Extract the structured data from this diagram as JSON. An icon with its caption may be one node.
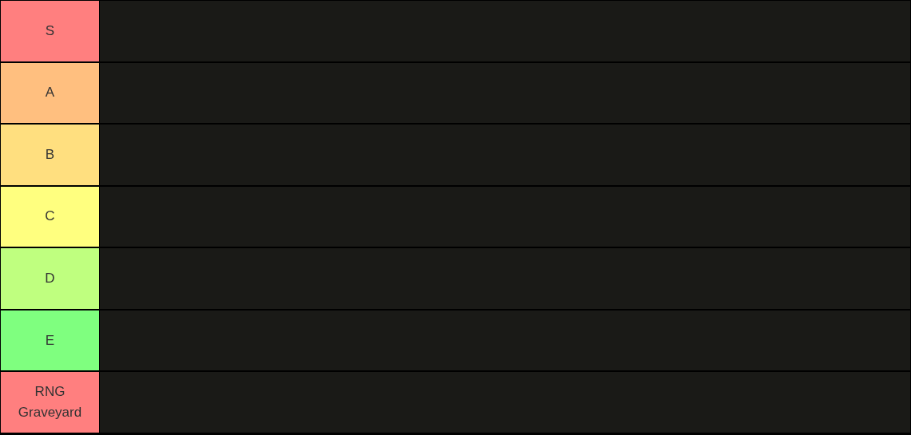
{
  "diagram": {
    "nodes": [
      {
        "text": [
          "S"
        ]
      },
      {
        "text": [
          "A"
        ]
      },
      {
        "text": [
          "B"
        ]
      },
      {
        "text": [
          "C"
        ]
      },
      {
        "text": [
          "D"
        ]
      },
      {
        "text": [
          "E"
        ]
      },
      {
        "text": [
          "RNG Graveyard"
        ]
      }
    ]
  }
}
